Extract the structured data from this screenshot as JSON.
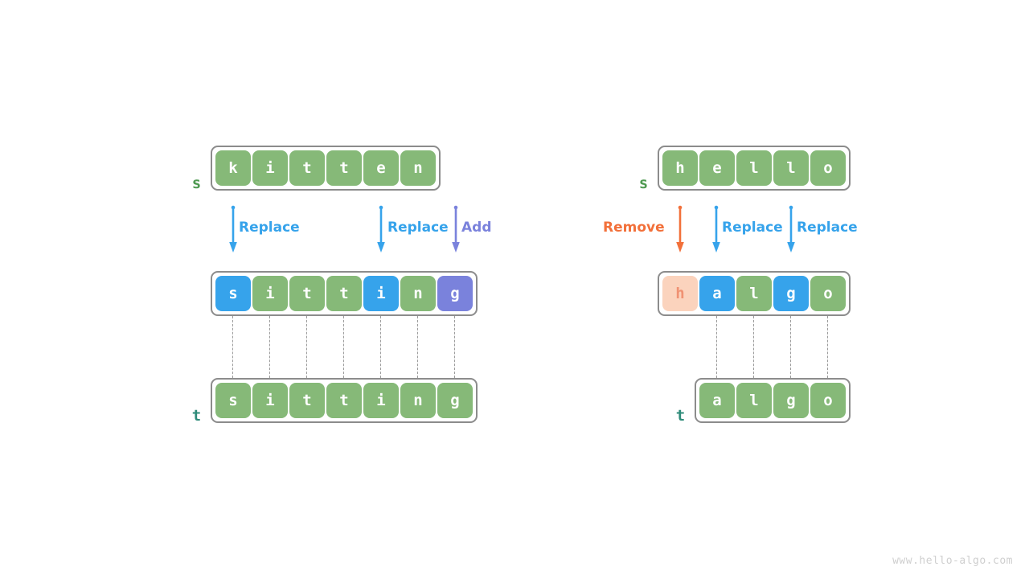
{
  "watermark": "www.hello-algo.com",
  "colors": {
    "green": "#86b978",
    "blue": "#36a3eb",
    "purple": "#7a82dc",
    "orange": "#f2703a",
    "peach": "#fbd3bd",
    "peach_text": "#f09273",
    "label_s": "#4f9a52",
    "label_t": "#2e8b79",
    "equals": "#3f3f3f",
    "box_border": "#8c8c8c",
    "dotted": "#9a9a9a",
    "watermark": "#cfcfcf"
  },
  "panels": [
    {
      "id": "kitten-sitting",
      "source": {
        "label_var": "s",
        "label_eq": "=",
        "label_color": "#4f9a52",
        "cells": [
          {
            "char": "k",
            "style": "green"
          },
          {
            "char": "i",
            "style": "green"
          },
          {
            "char": "t",
            "style": "green"
          },
          {
            "char": "t",
            "style": "green"
          },
          {
            "char": "e",
            "style": "green"
          },
          {
            "char": "n",
            "style": "green"
          }
        ]
      },
      "operations": [
        {
          "label": "Replace",
          "color": "#36a3eb",
          "cell_index": 0
        },
        {
          "label": "Replace",
          "color": "#36a3eb",
          "cell_index": 4
        },
        {
          "label": "Add",
          "color": "#7a82dc",
          "cell_index": 6
        }
      ],
      "result": {
        "cells": [
          {
            "char": "s",
            "style": "blue"
          },
          {
            "char": "i",
            "style": "green"
          },
          {
            "char": "t",
            "style": "green"
          },
          {
            "char": "t",
            "style": "green"
          },
          {
            "char": "i",
            "style": "blue"
          },
          {
            "char": "n",
            "style": "green"
          },
          {
            "char": "g",
            "style": "purple"
          }
        ]
      },
      "target": {
        "label_var": "t",
        "label_eq": "=",
        "label_color": "#2e8b79",
        "cells": [
          {
            "char": "s",
            "style": "green"
          },
          {
            "char": "i",
            "style": "green"
          },
          {
            "char": "t",
            "style": "green"
          },
          {
            "char": "t",
            "style": "green"
          },
          {
            "char": "i",
            "style": "green"
          },
          {
            "char": "n",
            "style": "green"
          },
          {
            "char": "g",
            "style": "green"
          }
        ]
      },
      "connectors": [
        0,
        1,
        2,
        3,
        4,
        5,
        6
      ]
    },
    {
      "id": "hello-algo",
      "source": {
        "label_var": "s",
        "label_eq": "=",
        "label_color": "#4f9a52",
        "cells": [
          {
            "char": "h",
            "style": "green"
          },
          {
            "char": "e",
            "style": "green"
          },
          {
            "char": "l",
            "style": "green"
          },
          {
            "char": "l",
            "style": "green"
          },
          {
            "char": "o",
            "style": "green"
          }
        ]
      },
      "operations": [
        {
          "label": "Remove",
          "color": "#f2703a",
          "cell_index": 0
        },
        {
          "label": "Replace",
          "color": "#36a3eb",
          "cell_index": 1
        },
        {
          "label": "Replace",
          "color": "#36a3eb",
          "cell_index": 3
        }
      ],
      "result": {
        "cells": [
          {
            "char": "h",
            "style": "peach"
          },
          {
            "char": "a",
            "style": "blue"
          },
          {
            "char": "l",
            "style": "green"
          },
          {
            "char": "g",
            "style": "blue"
          },
          {
            "char": "o",
            "style": "green"
          }
        ]
      },
      "target": {
        "label_var": "t",
        "label_eq": "=",
        "label_color": "#2e8b79",
        "cells": [
          {
            "char": "a",
            "style": "green"
          },
          {
            "char": "l",
            "style": "green"
          },
          {
            "char": "g",
            "style": "green"
          },
          {
            "char": "o",
            "style": "green"
          }
        ]
      },
      "connectors": [
        1,
        2,
        3,
        4
      ]
    }
  ]
}
